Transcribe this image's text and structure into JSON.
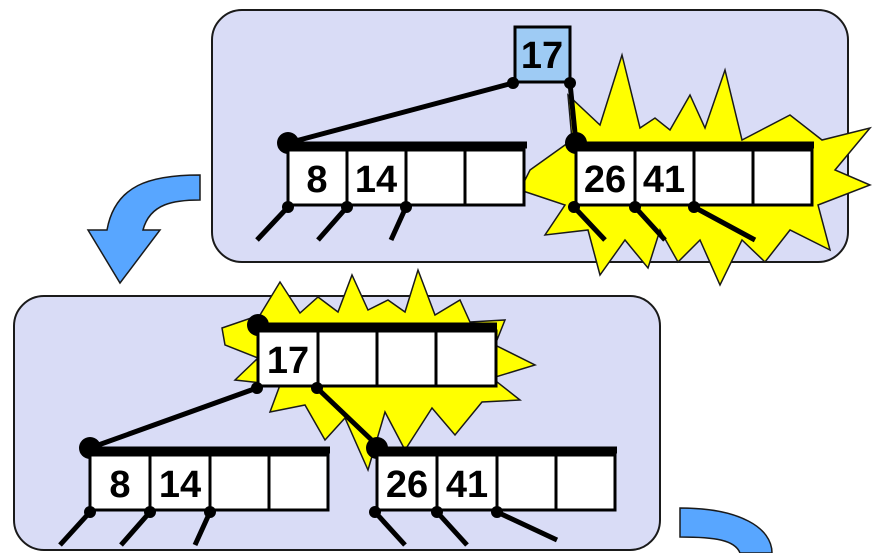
{
  "colors": {
    "panel_fill": "#d9dcf6",
    "panel_stroke": "#1a1a1a",
    "highlight_star": "#ffff00",
    "highlight_key": "#9ecbf4",
    "arrow_blue": "#58a6ff"
  },
  "top_panel": {
    "root_key": "17",
    "left_node": {
      "keys": [
        "8",
        "14",
        "",
        ""
      ]
    },
    "right_node": {
      "keys": [
        "26",
        "41",
        "",
        ""
      ]
    }
  },
  "bottom_panel": {
    "root_node": {
      "keys": [
        "17",
        "",
        "",
        ""
      ]
    },
    "left_node": {
      "keys": [
        "8",
        "14",
        "",
        ""
      ]
    },
    "right_node": {
      "keys": [
        "26",
        "41",
        "",
        ""
      ]
    }
  },
  "arrows": [
    "curved-arrow-down-left",
    "curved-arrow-down-right"
  ]
}
